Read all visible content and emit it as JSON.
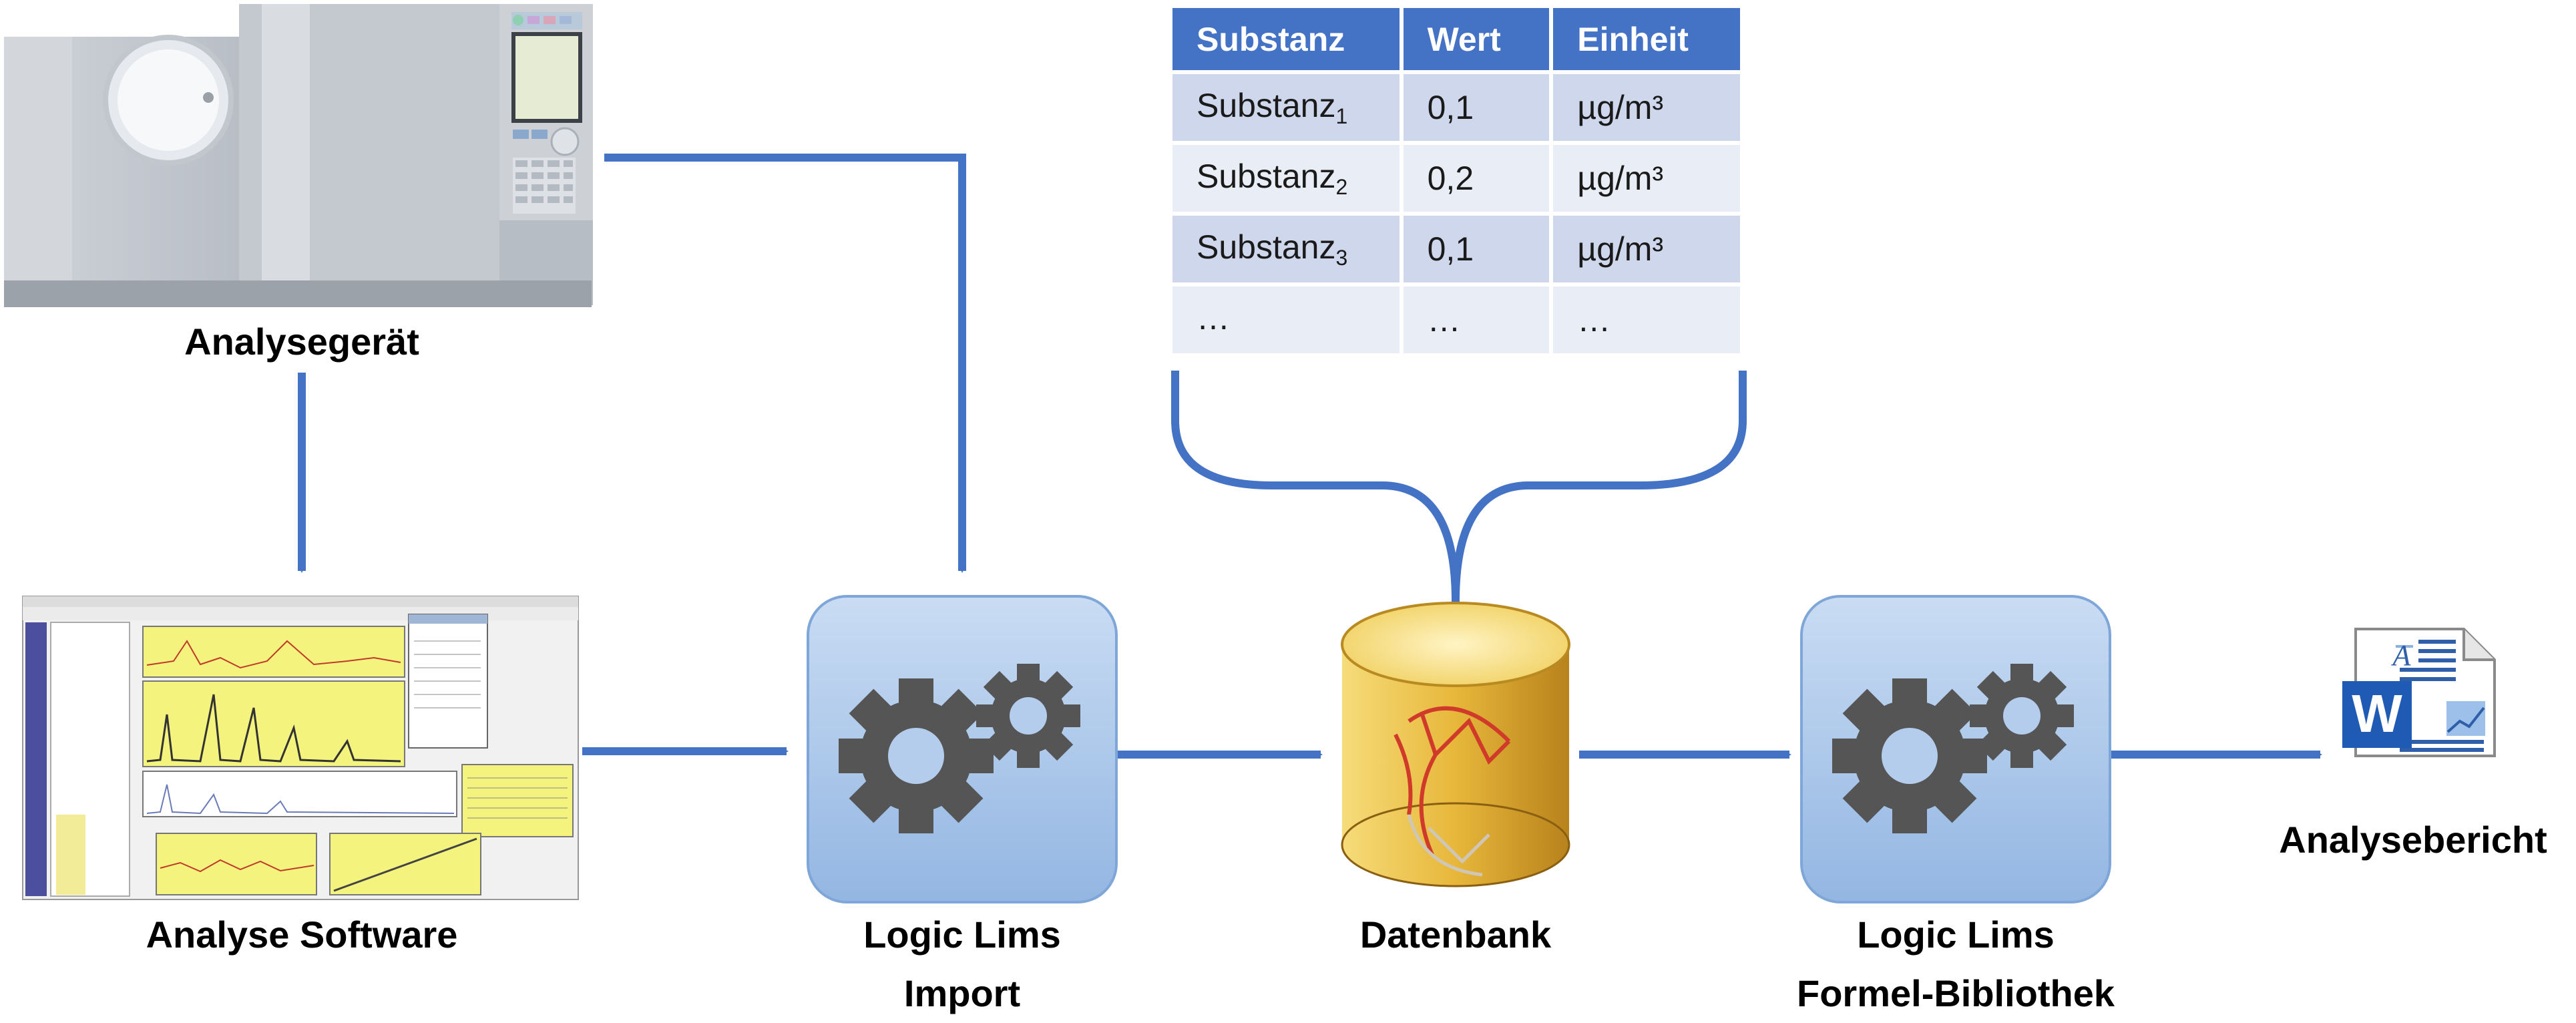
{
  "nodes": {
    "analysegeraet": "Analysegerät",
    "analyse_software": "Analyse Software",
    "logic_lims_import": [
      "Logic Lims",
      "Import"
    ],
    "datenbank": "Datenbank",
    "logic_lims_formel": [
      "Logic Lims",
      "Formel-Bibliothek"
    ],
    "analysebericht": "Analysebericht"
  },
  "table": {
    "headers": [
      "Substanz",
      "Wert",
      "Einheit"
    ],
    "rows": [
      {
        "substanz": "Substanz",
        "index": "1",
        "wert": "0,1",
        "einheit": "µg/m³"
      },
      {
        "substanz": "Substanz",
        "index": "2",
        "wert": "0,2",
        "einheit": "µg/m³"
      },
      {
        "substanz": "Substanz",
        "index": "3",
        "wert": "0,1",
        "einheit": "µg/m³"
      },
      {
        "substanz": "…",
        "index": "",
        "wert": "…",
        "einheit": "…"
      }
    ]
  },
  "icons": {
    "word_doc_letter": "W",
    "word_doc_corner_letter": "A"
  },
  "colors": {
    "arrow": "#4472c4",
    "table_header": "#4472c4",
    "table_row_odd": "#cfd7ec",
    "table_row_even": "#e9edf6",
    "process_box": "#a9c6ea",
    "gear": "#555555",
    "database_gold": "#e8b93a"
  }
}
